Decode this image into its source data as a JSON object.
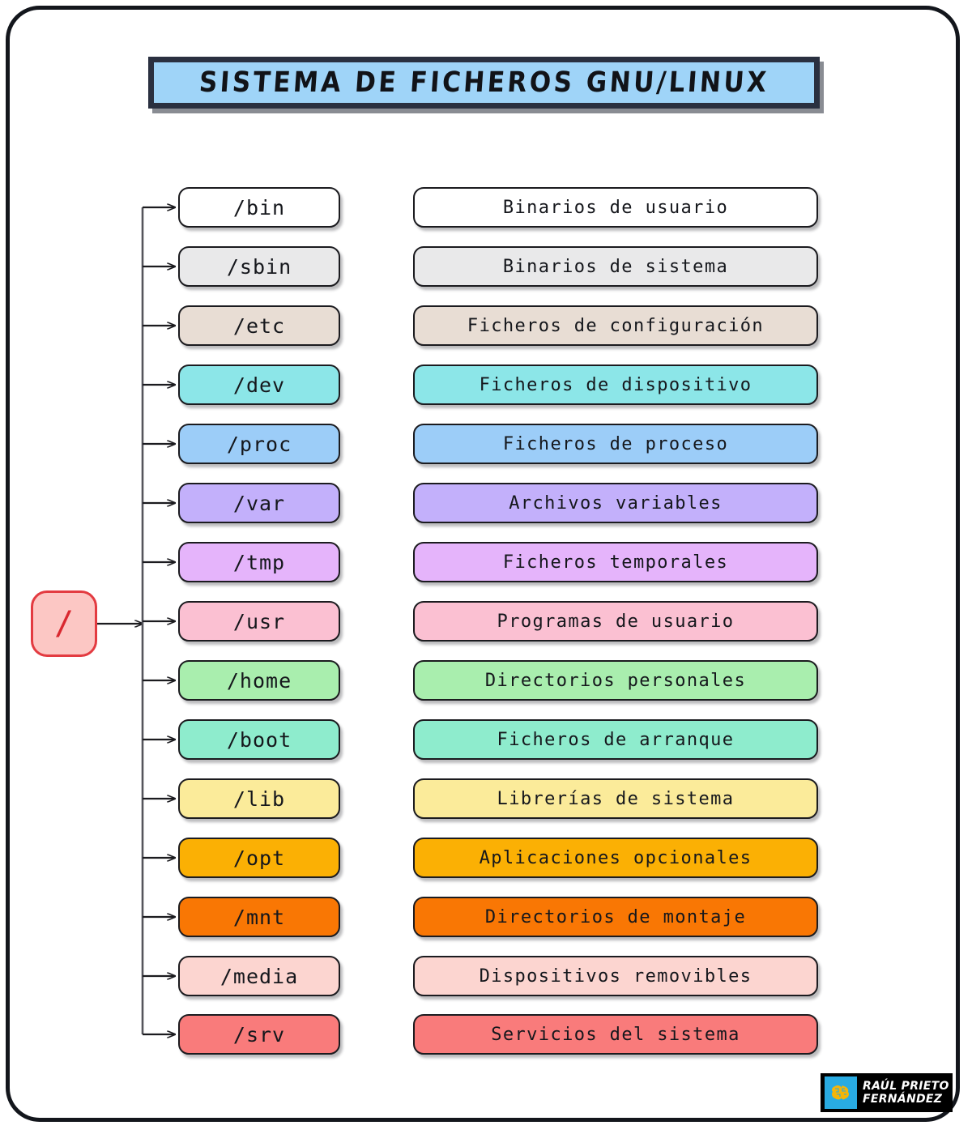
{
  "title": "SISTEMA DE FICHEROS GNU/LINUX",
  "root": {
    "label": "/",
    "fill": "#fcc7c4",
    "border": "#e33b41"
  },
  "colors": {
    "title_fill": "#9fd4f8",
    "title_border": "#2a3040",
    "frame": "#13161c",
    "logo_mark_bg": "#29abe2",
    "logo_badge_bg": "#000000"
  },
  "rows": [
    {
      "dir": "/bin",
      "desc": "Binarios de usuario",
      "fill": "#ffffff"
    },
    {
      "dir": "/sbin",
      "desc": "Binarios de sistema",
      "fill": "#e9e9ea"
    },
    {
      "dir": "/etc",
      "desc": "Ficheros de configuración",
      "fill": "#e8ddd4"
    },
    {
      "dir": "/dev",
      "desc": "Ficheros de dispositivo",
      "fill": "#8ce6e8"
    },
    {
      "dir": "/proc",
      "desc": "Ficheros de proceso",
      "fill": "#9ccdf8"
    },
    {
      "dir": "/var",
      "desc": "Archivos variables",
      "fill": "#c3b0fb"
    },
    {
      "dir": "/tmp",
      "desc": "Ficheros temporales",
      "fill": "#e5b4fb"
    },
    {
      "dir": "/usr",
      "desc": "Programas de usuario",
      "fill": "#fbc0d2"
    },
    {
      "dir": "/home",
      "desc": "Directorios personales",
      "fill": "#a9eeae"
    },
    {
      "dir": "/boot",
      "desc": "Ficheros de arranque",
      "fill": "#8eeccd"
    },
    {
      "dir": "/lib",
      "desc": "Librerías de sistema",
      "fill": "#fbeb9a"
    },
    {
      "dir": "/opt",
      "desc": "Aplicaciones opcionales",
      "fill": "#fbb004"
    },
    {
      "dir": "/mnt",
      "desc": "Directorios de montaje",
      "fill": "#f97704"
    },
    {
      "dir": "/media",
      "desc": "Dispositivos removibles",
      "fill": "#fcd5d0"
    },
    {
      "dir": "/srv",
      "desc": "Servicios del sistema",
      "fill": "#f97b7b"
    }
  ],
  "logo": {
    "line1": "RAÚL PRIETO",
    "line2": "FERNÁNDEZ",
    "icon": "brain-circuit-icon"
  }
}
